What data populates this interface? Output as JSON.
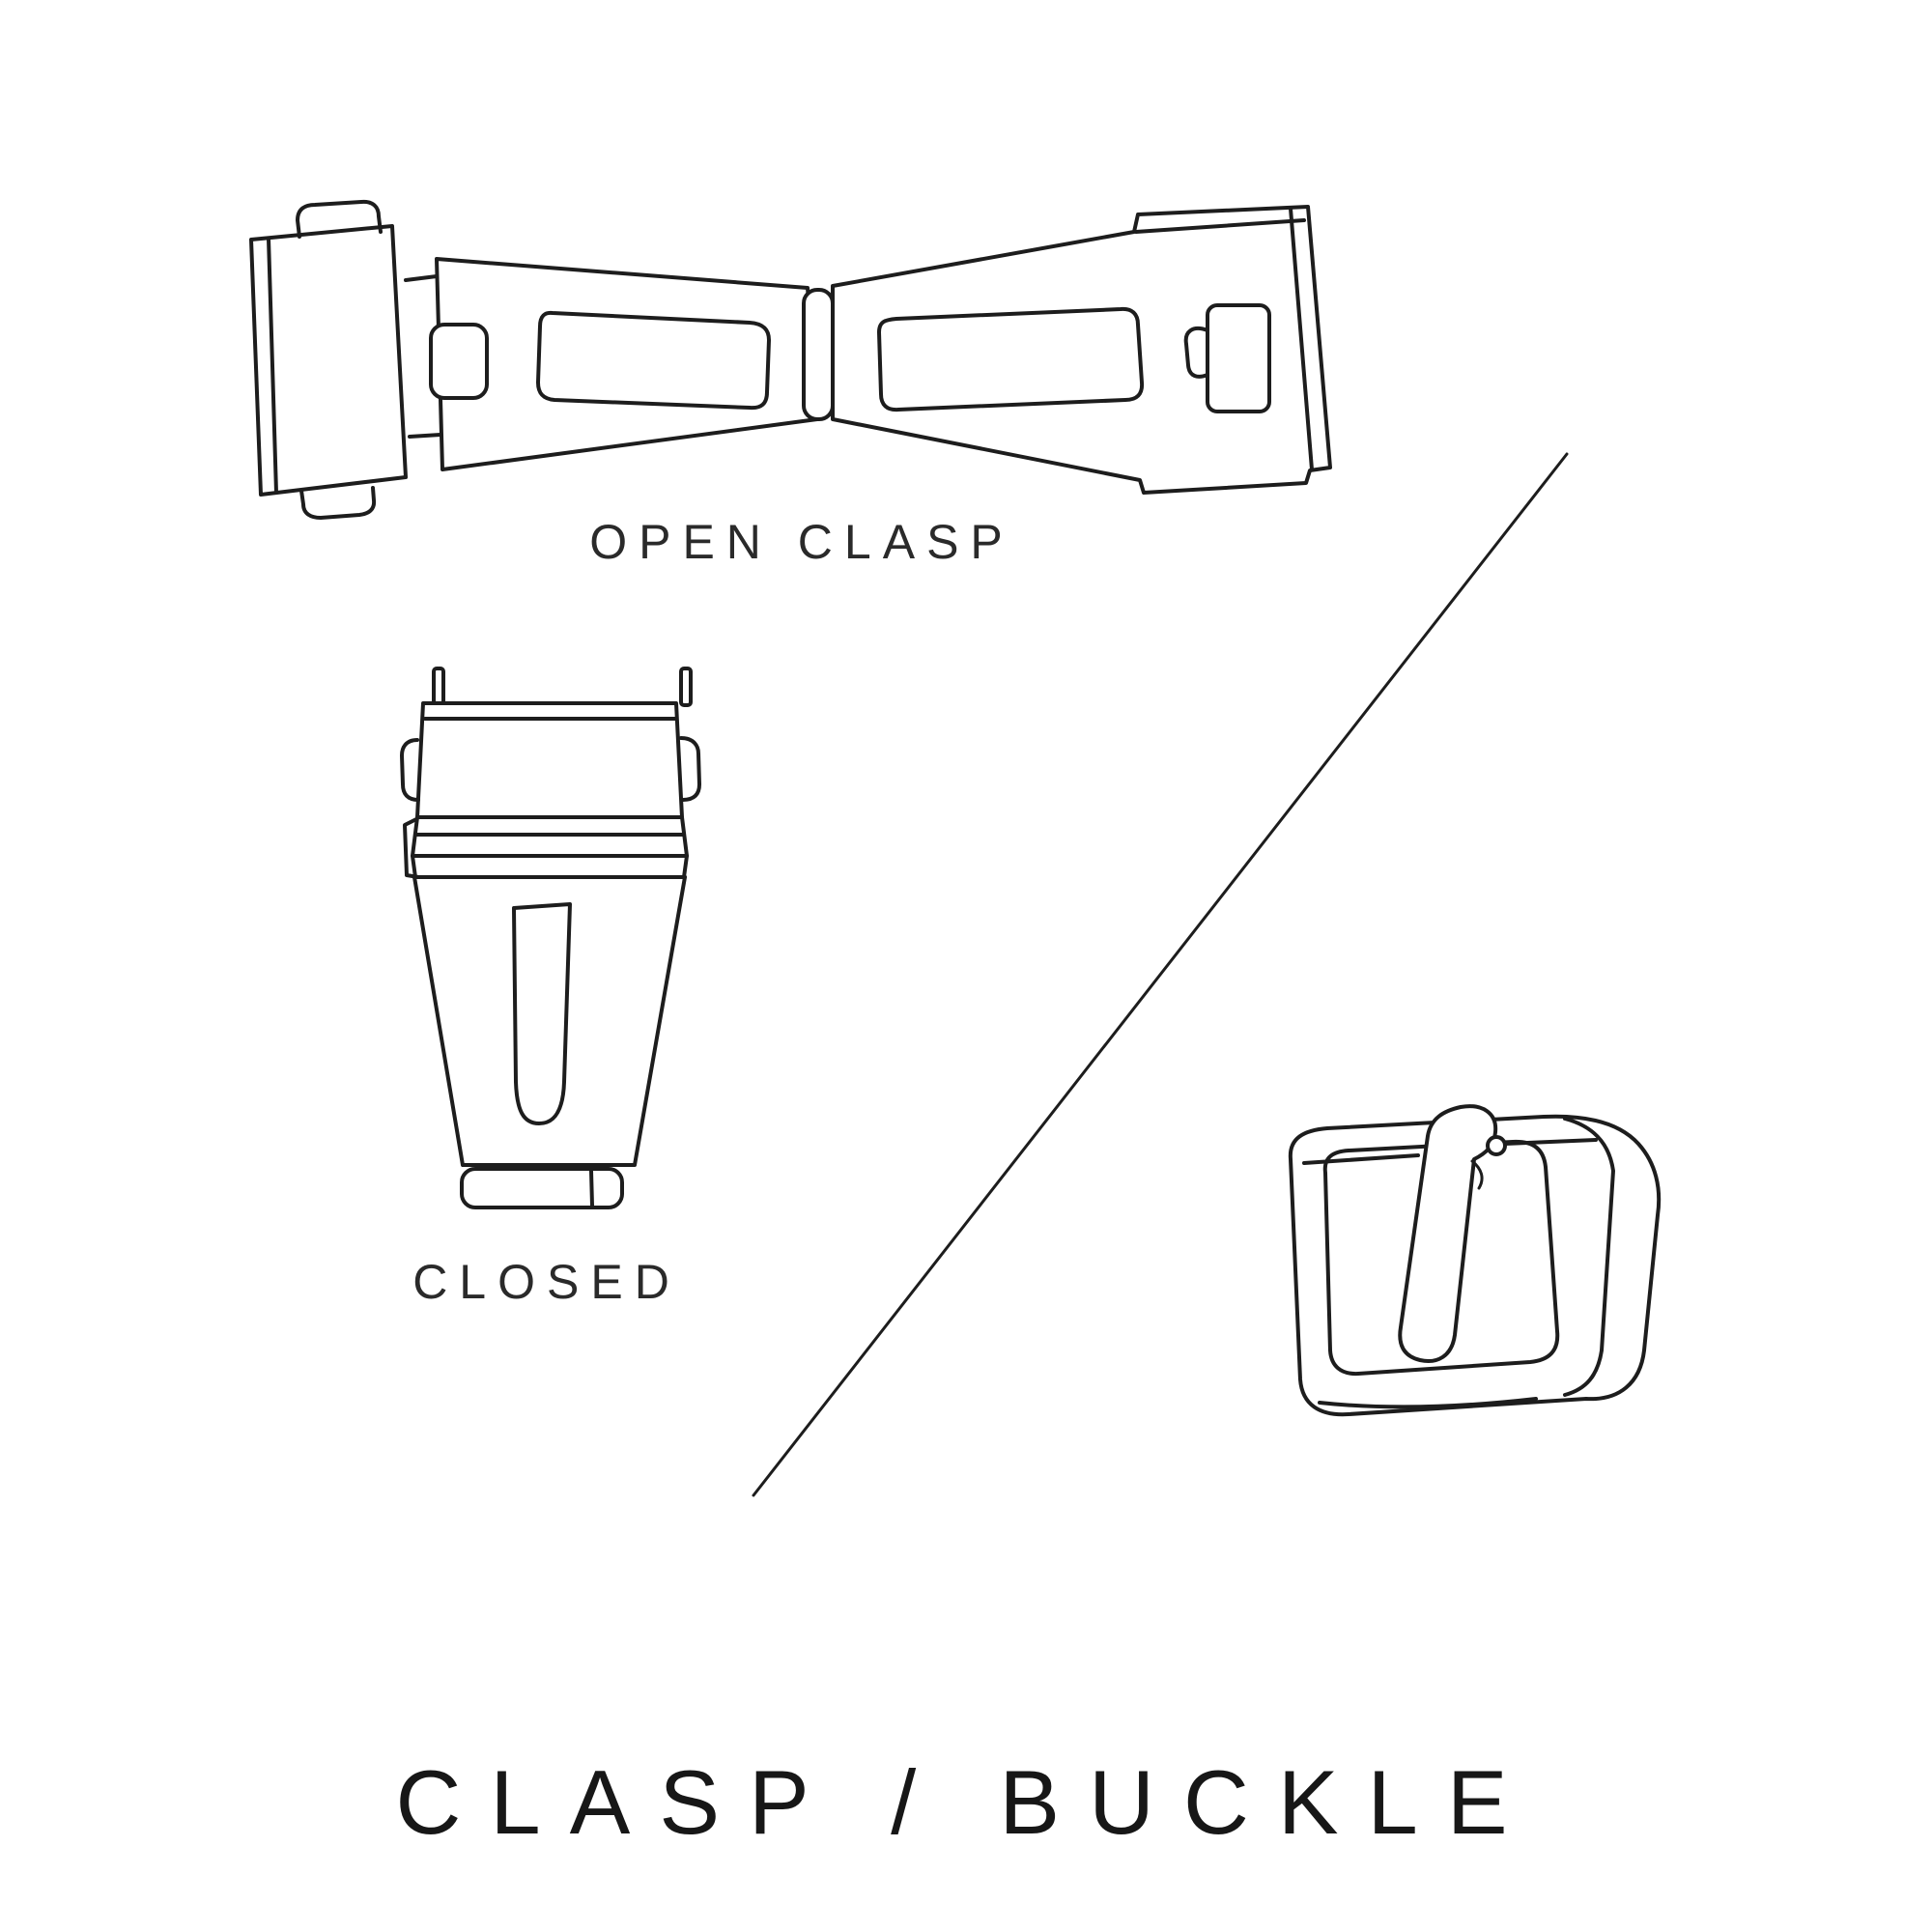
{
  "page": {
    "title": "CLASP / BUCKLE",
    "background": "#ffffff"
  },
  "labels": {
    "open_clasp": "OPEN CLASP",
    "closed": "CLOSED"
  },
  "colors": {
    "line": "#1d1d1d",
    "text": "#2a2a2a",
    "title_text": "#171717",
    "background": "#ffffff"
  },
  "icons": {
    "open_clasp": "open-deployment-clasp-line-drawing",
    "closed_clasp": "closed-deployment-clasp-line-drawing",
    "buckle": "tang-buckle-line-drawing",
    "divider": "diagonal-divider-line"
  }
}
